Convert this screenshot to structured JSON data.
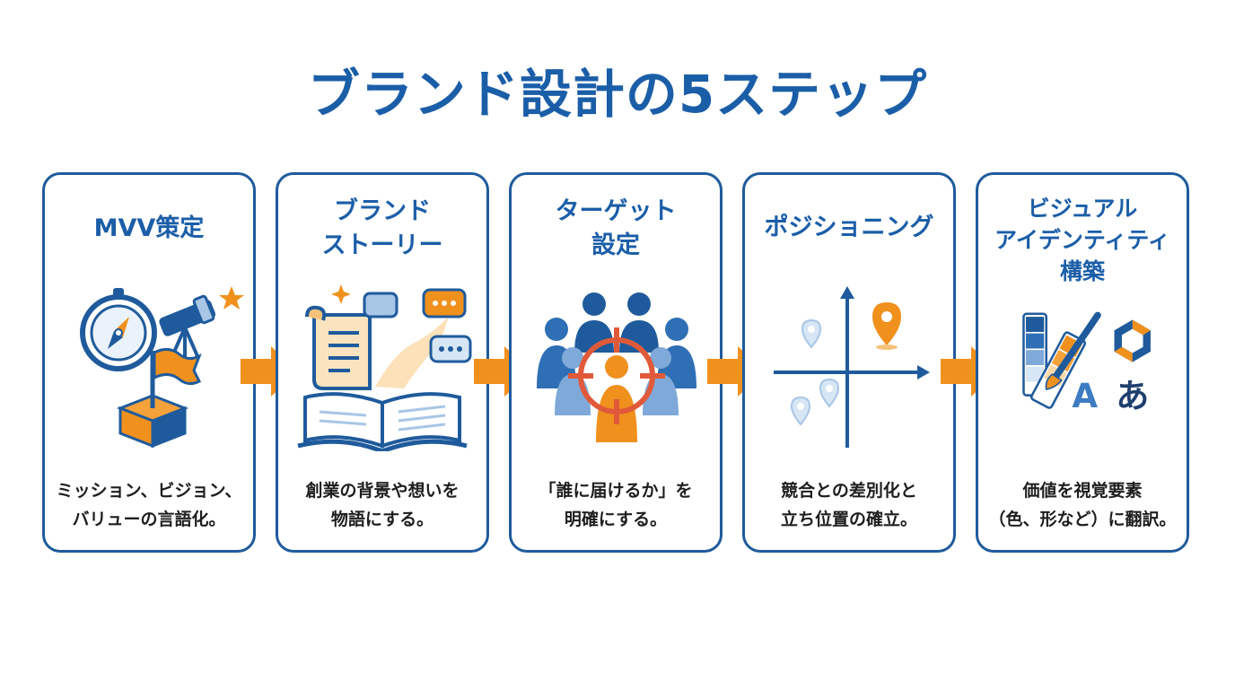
{
  "title": "ブランド設計の5ステップ",
  "colors": {
    "blue": "#1f5b9c",
    "orange": "#f0911e",
    "light_blue": "#a8c6e6",
    "red": "#e05a3a"
  },
  "steps": [
    {
      "title_lines": [
        "MVV策定"
      ],
      "desc_lines": [
        "ミッション、ビジョン、",
        "バリューの言語化。"
      ],
      "icons": [
        "compass-icon",
        "telescope-icon",
        "star-icon",
        "flag-icon"
      ]
    },
    {
      "title_lines": [
        "ブランド",
        "ストーリー"
      ],
      "desc_lines": [
        "創業の背景や想いを",
        "物語にする。"
      ],
      "icons": [
        "scroll-icon",
        "open-book-icon",
        "speech-bubble-icon",
        "sparkle-icon"
      ]
    },
    {
      "title_lines": [
        "ターゲット",
        "設定"
      ],
      "desc_lines": [
        "「誰に届けるか」を",
        "明確にする。"
      ],
      "icons": [
        "people-group-icon",
        "crosshair-icon"
      ]
    },
    {
      "title_lines": [
        "ポジショニング"
      ],
      "desc_lines": [
        "競合との差別化と",
        "立ち位置の確立。"
      ],
      "icons": [
        "axis-chart-icon",
        "map-pin-icon"
      ]
    },
    {
      "title_lines": [
        "ビジュアル",
        "アイデンティティ",
        "構築"
      ],
      "desc_lines": [
        "価値を視覚要素",
        "（色、形など）に翻訳。"
      ],
      "icons": [
        "color-swatch-icon",
        "paintbrush-icon",
        "logo-icon",
        "typography-icon"
      ],
      "glyphs": [
        "A",
        "あ"
      ]
    }
  ]
}
